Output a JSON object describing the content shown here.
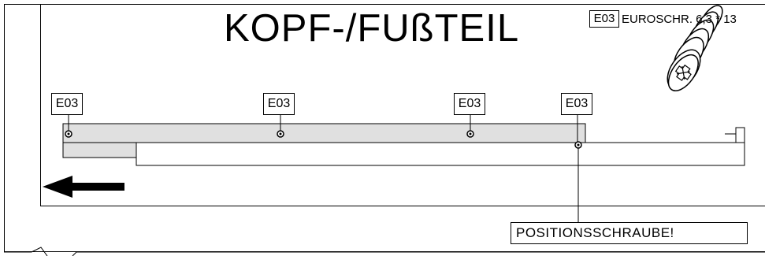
{
  "title": "KOPF-/FUßTEIL",
  "screw_legend": {
    "code": "E03",
    "description": "EUROSCHR. 6,3 * 13"
  },
  "part_labels": [
    "E03",
    "E03",
    "E03",
    "E03"
  ],
  "note": "POSITIONSSCHRAUBE!",
  "colors": {
    "line": "#000000",
    "panel_fill": "#e0e0e0",
    "background": "#ffffff"
  },
  "icons": [
    "euro-screw-icon",
    "direction-arrow-left-icon"
  ]
}
